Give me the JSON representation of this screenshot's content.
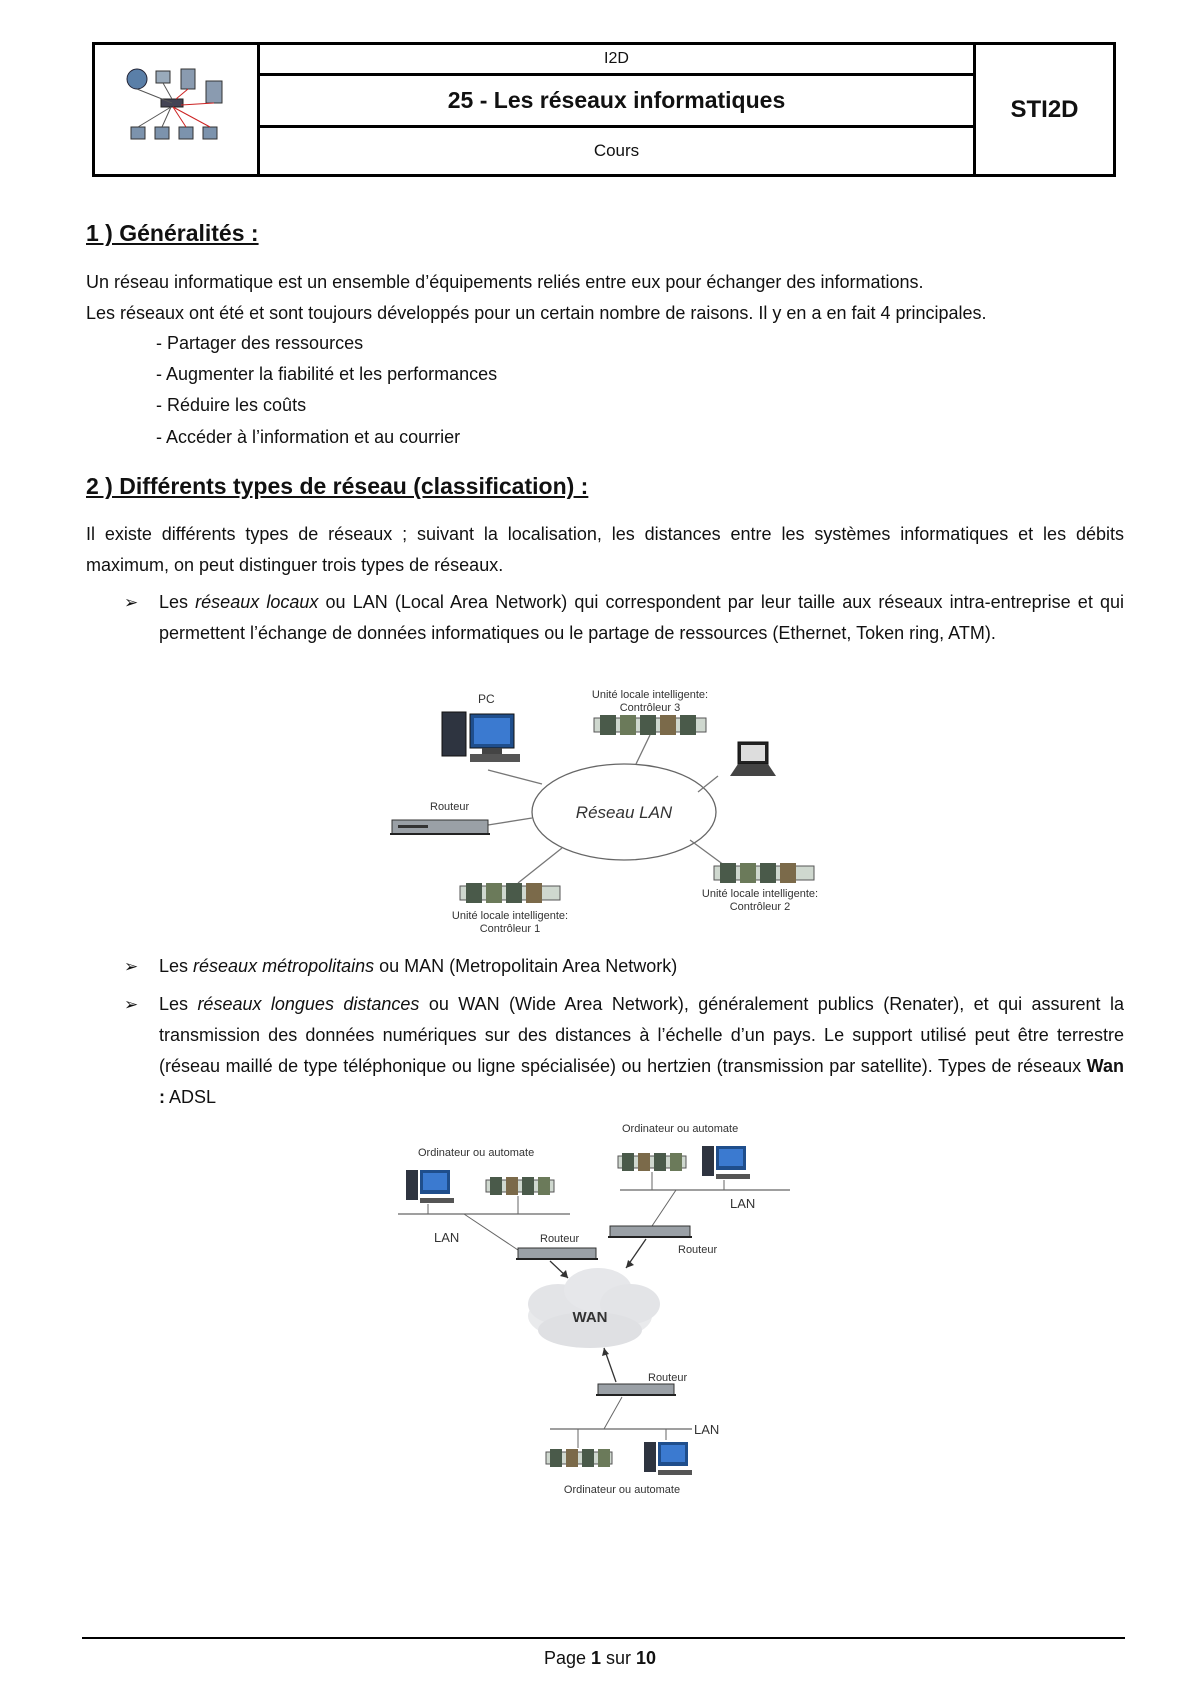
{
  "header": {
    "subject": "I2D",
    "title": "25 - Les réseaux informatiques",
    "doc_type": "Cours",
    "level": "STI2D"
  },
  "section1": {
    "heading": "1 ) Généralités :",
    "line1": "Un réseau informatique est un ensemble d’équipements reliés entre eux pour échanger des informations.",
    "line2": "Les réseaux ont été et sont toujours développés pour un certain nombre de raisons. Il y en a en fait 4 principales.",
    "items": [
      "- Partager des ressources",
      "- Augmenter la fiabilité et les performances",
      "- Réduire les coûts",
      "- Accéder à l’information et au courrier"
    ]
  },
  "section2": {
    "heading": "2 ) Différents types de réseau (classification) :",
    "intro": "Il existe différents types de réseaux ; suivant la localisation, les distances entre les systèmes informatiques et les débits maximum, on peut distinguer trois types de réseaux.",
    "lan": {
      "pre": "Les ",
      "em": "réseaux locaux",
      "post": " ou LAN (Local Area Network) qui correspondent par leur taille aux réseaux intra-entreprise et qui permettent l’échange de données informatiques ou le partage de ressources (Ethernet, Token ring, ATM)."
    },
    "man": {
      "pre": "Les ",
      "em": "réseaux métropolitains",
      "post": " ou MAN (Metropolitain Area Network)"
    },
    "wan": {
      "pre": "Les ",
      "em": "réseaux longues distances",
      "post": " ou WAN (Wide Area Network), généralement publics (Renater), et qui assurent la transmission des données numériques sur des distances à l’échelle d’un pays. Le support utilisé peut être terrestre (réseau maillé de type téléphonique ou ligne spécialisée) ou hertzien (transmission par satellite). Types de réseaux ",
      "strong": "Wan :",
      "tail": " ADSL"
    }
  },
  "lan_diagram": {
    "center": "Réseau LAN",
    "pc": "PC",
    "router": "Routeur",
    "ctrl3_l1": "Unité locale intelligente:",
    "ctrl3_l2": "Contrôleur 3",
    "ctrl2_l1": "Unité locale intelligente:",
    "ctrl2_l2": "Contrôleur 2",
    "ctrl1_l1": "Unité locale intelligente:",
    "ctrl1_l2": "Contrôleur 1"
  },
  "wan_diagram": {
    "cloud": "WAN",
    "node": "Ordinateur ou automate",
    "lan": "LAN",
    "router": "Routeur"
  },
  "footer": {
    "page_word": "Page ",
    "page": "1",
    "of_word": " sur ",
    "total": "10"
  }
}
